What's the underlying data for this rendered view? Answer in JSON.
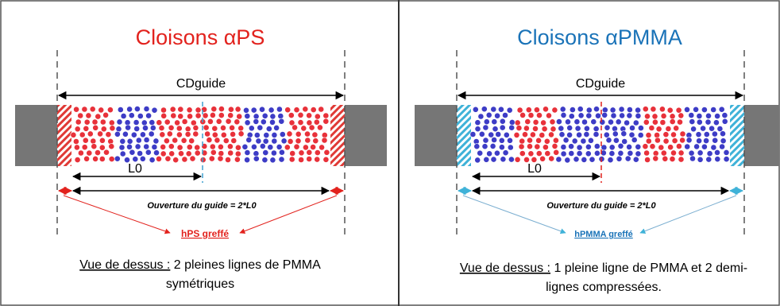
{
  "colors": {
    "red": "#e2221d",
    "blue": "#1a73b8",
    "red_brush": "#e03a36",
    "blue_brush": "#3fb2d8",
    "wall_gray": "#767676",
    "dot_red": "#e8313a",
    "dot_blue": "#3d3cc6"
  },
  "left": {
    "title": "Cloisons αPS",
    "cd_label": "CDguide",
    "l0_label": "L0",
    "opening_label": "Ouverture du guide = 2*L0",
    "brush_label": "hPS greffé",
    "caption_prefix": "Vue de dessus :",
    "caption_rest": " 2 pleines lignes de PMMA",
    "caption_line2": "symétriques",
    "domain_pattern": [
      "red",
      "blue",
      "red",
      "red",
      "blue",
      "red"
    ]
  },
  "right": {
    "title": "Cloisons αPMMA",
    "cd_label": "CDguide",
    "l0_label": "L0",
    "opening_label": "Ouverture du guide = 2*L0",
    "brush_label": "hPMMA greffé",
    "caption_prefix": "Vue de dessus :",
    "caption_rest": " 1 pleine ligne de PMMA et  2 demi-",
    "caption_line2": "lignes compressées.",
    "domain_pattern": [
      "blue",
      "red",
      "blue",
      "blue",
      "red",
      "blue"
    ]
  }
}
